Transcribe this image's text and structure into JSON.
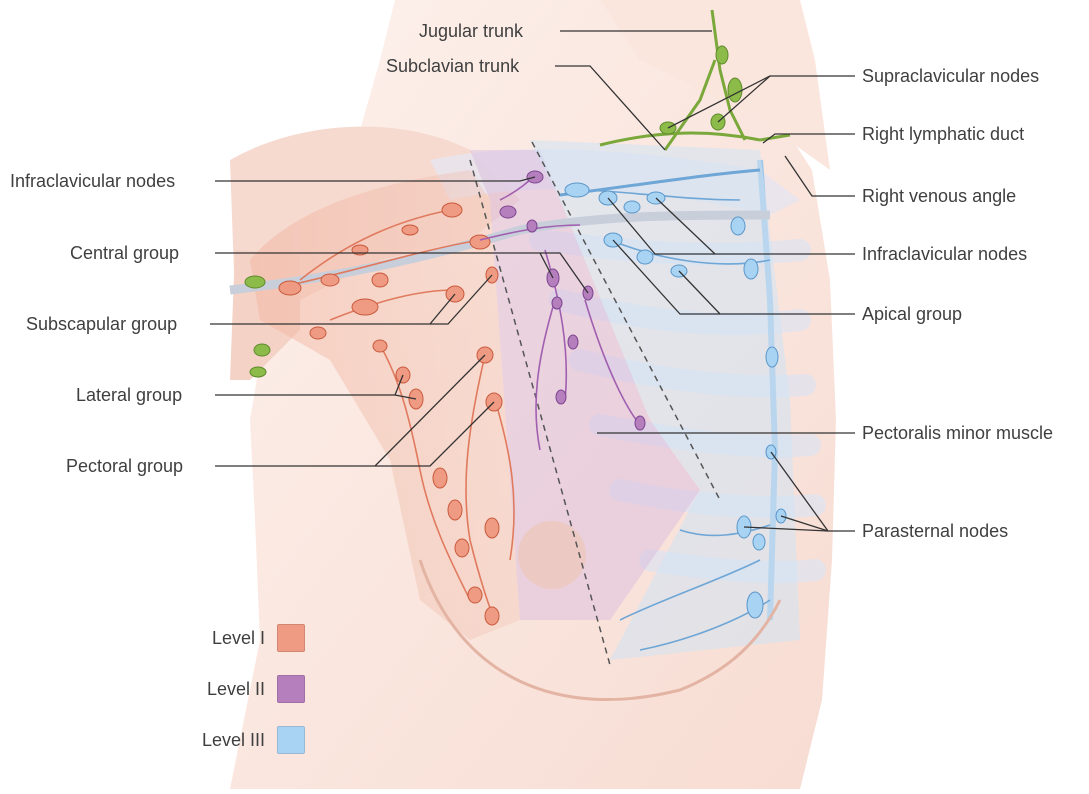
{
  "labels_right": [
    "Jugular trunk",
    "Subclavian trunk",
    "Supraclavicular nodes",
    "Right lymphatic duct",
    "Right venous angle",
    "Infraclavicular nodes",
    "Apical group",
    "Pectoralis minor muscle",
    "Parasternal nodes"
  ],
  "labels_left": [
    "Infraclavicular nodes",
    "Central group",
    "Subscapular group",
    "Lateral group",
    "Pectoral group"
  ],
  "legend": [
    {
      "label": "Level I",
      "color": "#ef9a82"
    },
    {
      "label": "Level II",
      "color": "#b57fbd"
    },
    {
      "label": "Level III",
      "color": "#a9d3f3"
    }
  ],
  "colors": {
    "skin": "#fbe9e2",
    "skin_shadow": "#f4d6cc",
    "level1_node": "#e27a5e",
    "level2_node": "#a15fb0",
    "level3_node": "#8fc4ec",
    "green_node": "#8dbb4a",
    "vessel": "#c9d3df",
    "leader": "#333333"
  }
}
